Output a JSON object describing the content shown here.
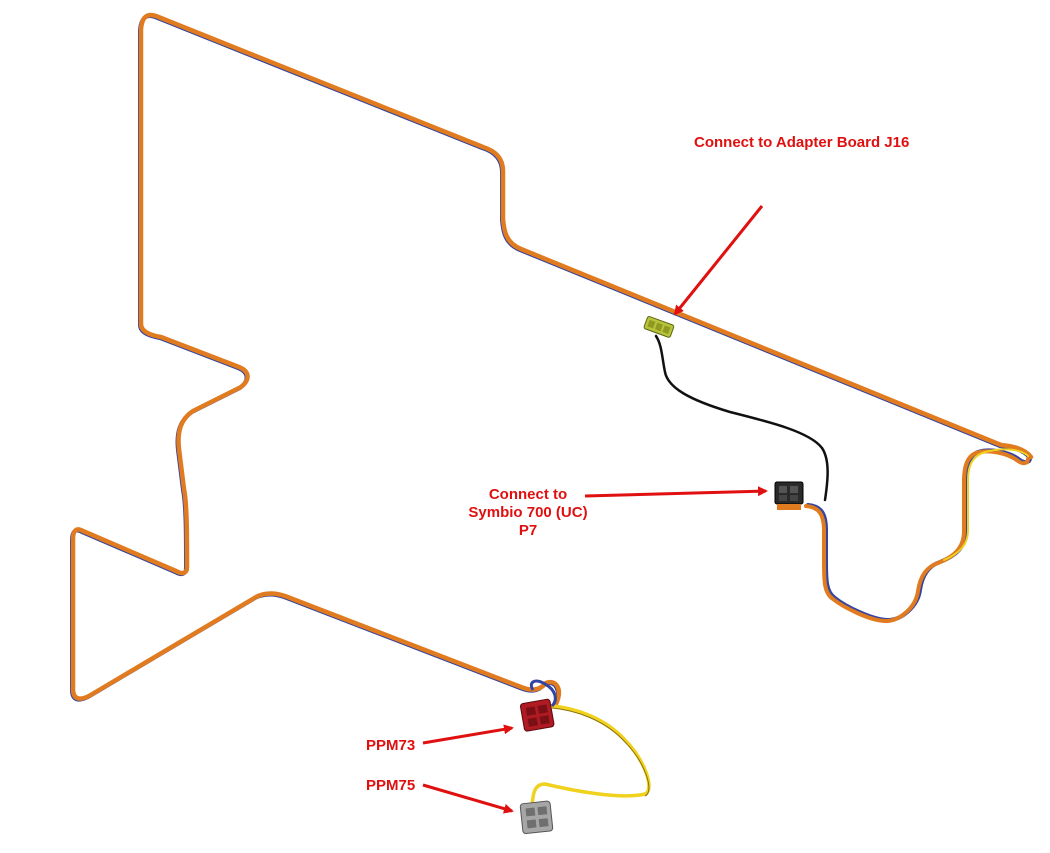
{
  "annotations": {
    "adapter_board": "Connect to Adapter Board J16",
    "symbio_line1": "Connect to",
    "symbio_line2": "Symbio 700 (UC)",
    "symbio_line3": "P7",
    "ppm73": "PPM73",
    "ppm75": "PPM75"
  },
  "colors": {
    "harness_orange": "#e07b20",
    "harness_blue": "#3344a0",
    "harness_yellow": "#f0d21e",
    "cable_black": "#111111",
    "annotation_red": "#e01010",
    "connector_green": "#b8c43a",
    "connector_red": "#b01a22",
    "connector_gray": "#a6a6a6",
    "connector_black": "#2a2a2a"
  },
  "components": [
    {
      "name": "adapter-board-j16-connector",
      "color": "connector_green"
    },
    {
      "name": "symbio-700-p7-connector",
      "color": "connector_black"
    },
    {
      "name": "ppm73-connector",
      "color": "connector_red"
    },
    {
      "name": "ppm75-connector",
      "color": "connector_gray"
    }
  ]
}
